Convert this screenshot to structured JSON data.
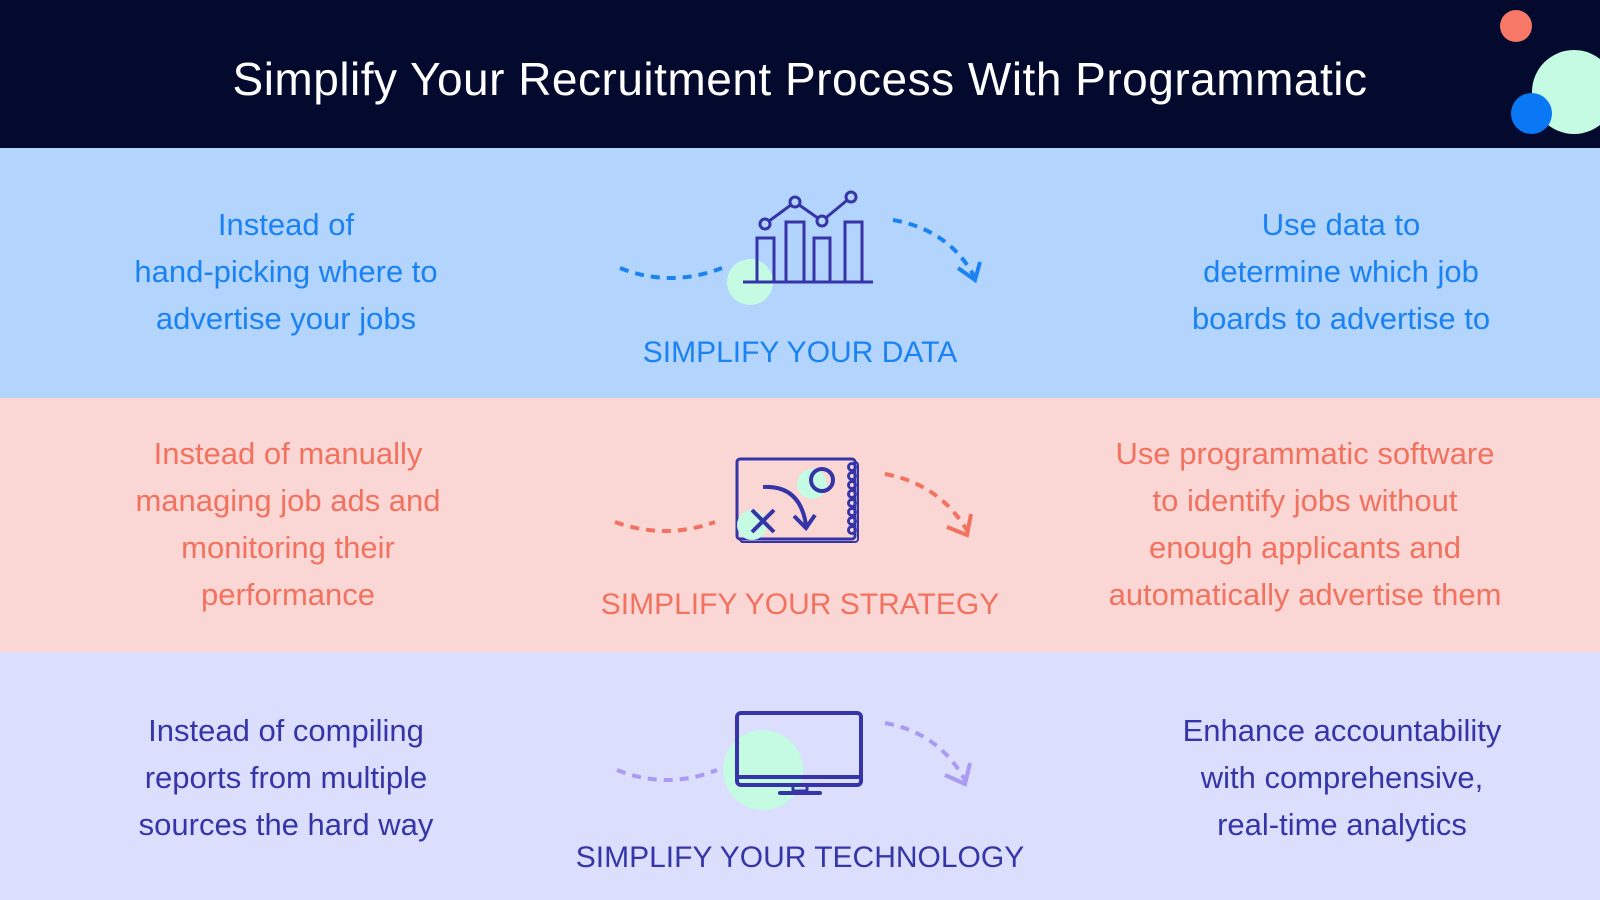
{
  "title": "Simplify Your Recruitment Process With Programmatic",
  "colors": {
    "header_bg": "#030a2d",
    "data_bg": "#b3d4fd",
    "strategy_bg": "#fad7d4",
    "technology_bg": "#dbdffd",
    "blue": "#1a82f2",
    "coral": "#f2725f",
    "indigo": "#3535a8",
    "mint": "#c4fbe2"
  },
  "rows": [
    {
      "label": "SIMPLIFY YOUR DATA",
      "icon": "bar-line-chart-icon",
      "before": [
        "Instead of",
        "hand-picking where to",
        "advertise your jobs"
      ],
      "after": [
        "Use data to",
        "determine which job",
        "boards to advertise to"
      ]
    },
    {
      "label": "SIMPLIFY YOUR STRATEGY",
      "icon": "strategy-notebook-icon",
      "before": [
        "Instead of manually",
        "managing job ads and",
        "monitoring their",
        "performance"
      ],
      "after": [
        "Use programmatic software",
        "to identify jobs without",
        "enough applicants and",
        "automatically advertise them"
      ]
    },
    {
      "label": "SIMPLIFY YOUR TECHNOLOGY",
      "icon": "monitor-icon",
      "before": [
        "Instead of compiling",
        "reports from multiple",
        "sources the hard way"
      ],
      "after": [
        "Enhance accountability",
        "with comprehensive,",
        "real-time analytics"
      ]
    }
  ]
}
